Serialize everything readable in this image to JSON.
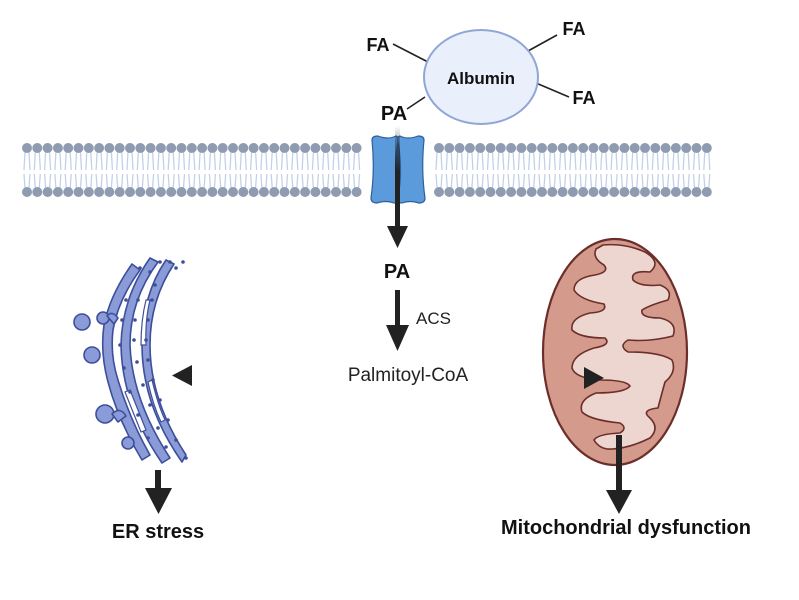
{
  "title": "Palmitic acid uptake and downstream cellular stress",
  "albumin": {
    "label": "Albumin",
    "bound_ligands": [
      "FA",
      "FA",
      "FA",
      "PA"
    ]
  },
  "membrane": {
    "name": "Plasma membrane lipid bilayer",
    "transporter": "Fatty acid transporter channel"
  },
  "labels": {
    "fa_left": "FA",
    "fa_top_right": "FA",
    "fa_right": "FA",
    "pa_outside": "PA",
    "pa_inside": "PA",
    "enzyme": "ACS",
    "product": "Palmitoyl-CoA",
    "er_outcome": "ER stress",
    "mito_outcome": "Mitochondrial dysfunction"
  },
  "organelles": {
    "er": "Endoplasmic reticulum",
    "mitochondrion": "Mitochondrion"
  },
  "colors": {
    "albumin_fill": "#eaf0fb",
    "albumin_stroke": "#8fa6d6",
    "lipid_head": "#8e9bb1",
    "lipid_tail": "#c3d1e8",
    "channel_fill": "#5b9bdc",
    "channel_dark": "#3a78bd",
    "er_fill": "#8a9bd8",
    "er_stroke": "#3d4f9b",
    "mito_outer": "#d49a8c",
    "mito_inner": "#ecd6cf",
    "mito_stroke": "#6b2e2a",
    "arrow": "#222222"
  }
}
